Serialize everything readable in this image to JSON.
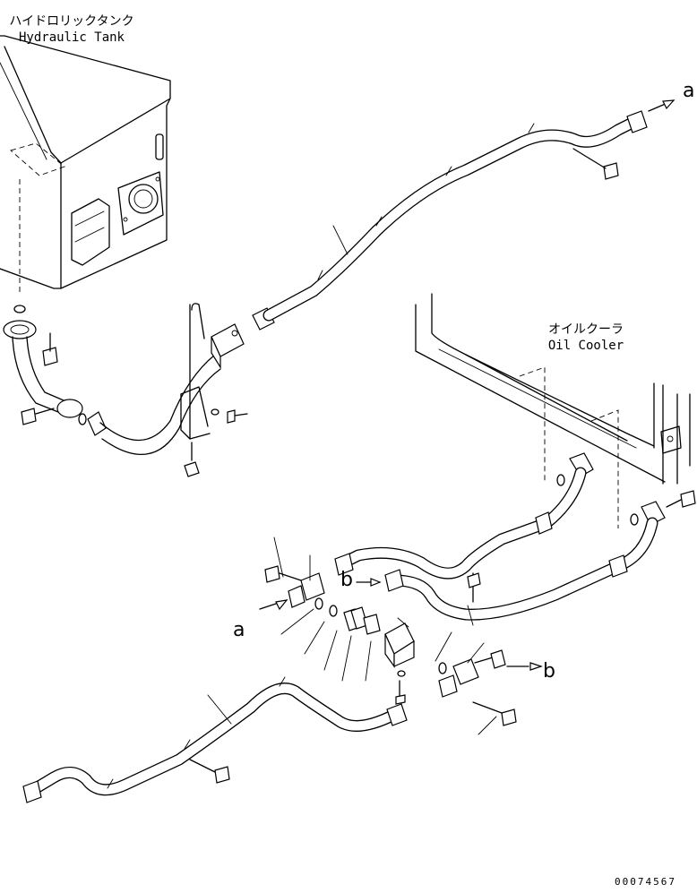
{
  "labels": {
    "tank_jp": "ハイドロリックタンク",
    "tank_en": "Hydraulic Tank",
    "cooler_jp": "オイルクーラ",
    "cooler_en": "Oil Cooler",
    "ref_a": "a",
    "ref_b": "b",
    "drawing_number": "00074567"
  },
  "icons": {
    "arrow": "arrow-icon"
  }
}
